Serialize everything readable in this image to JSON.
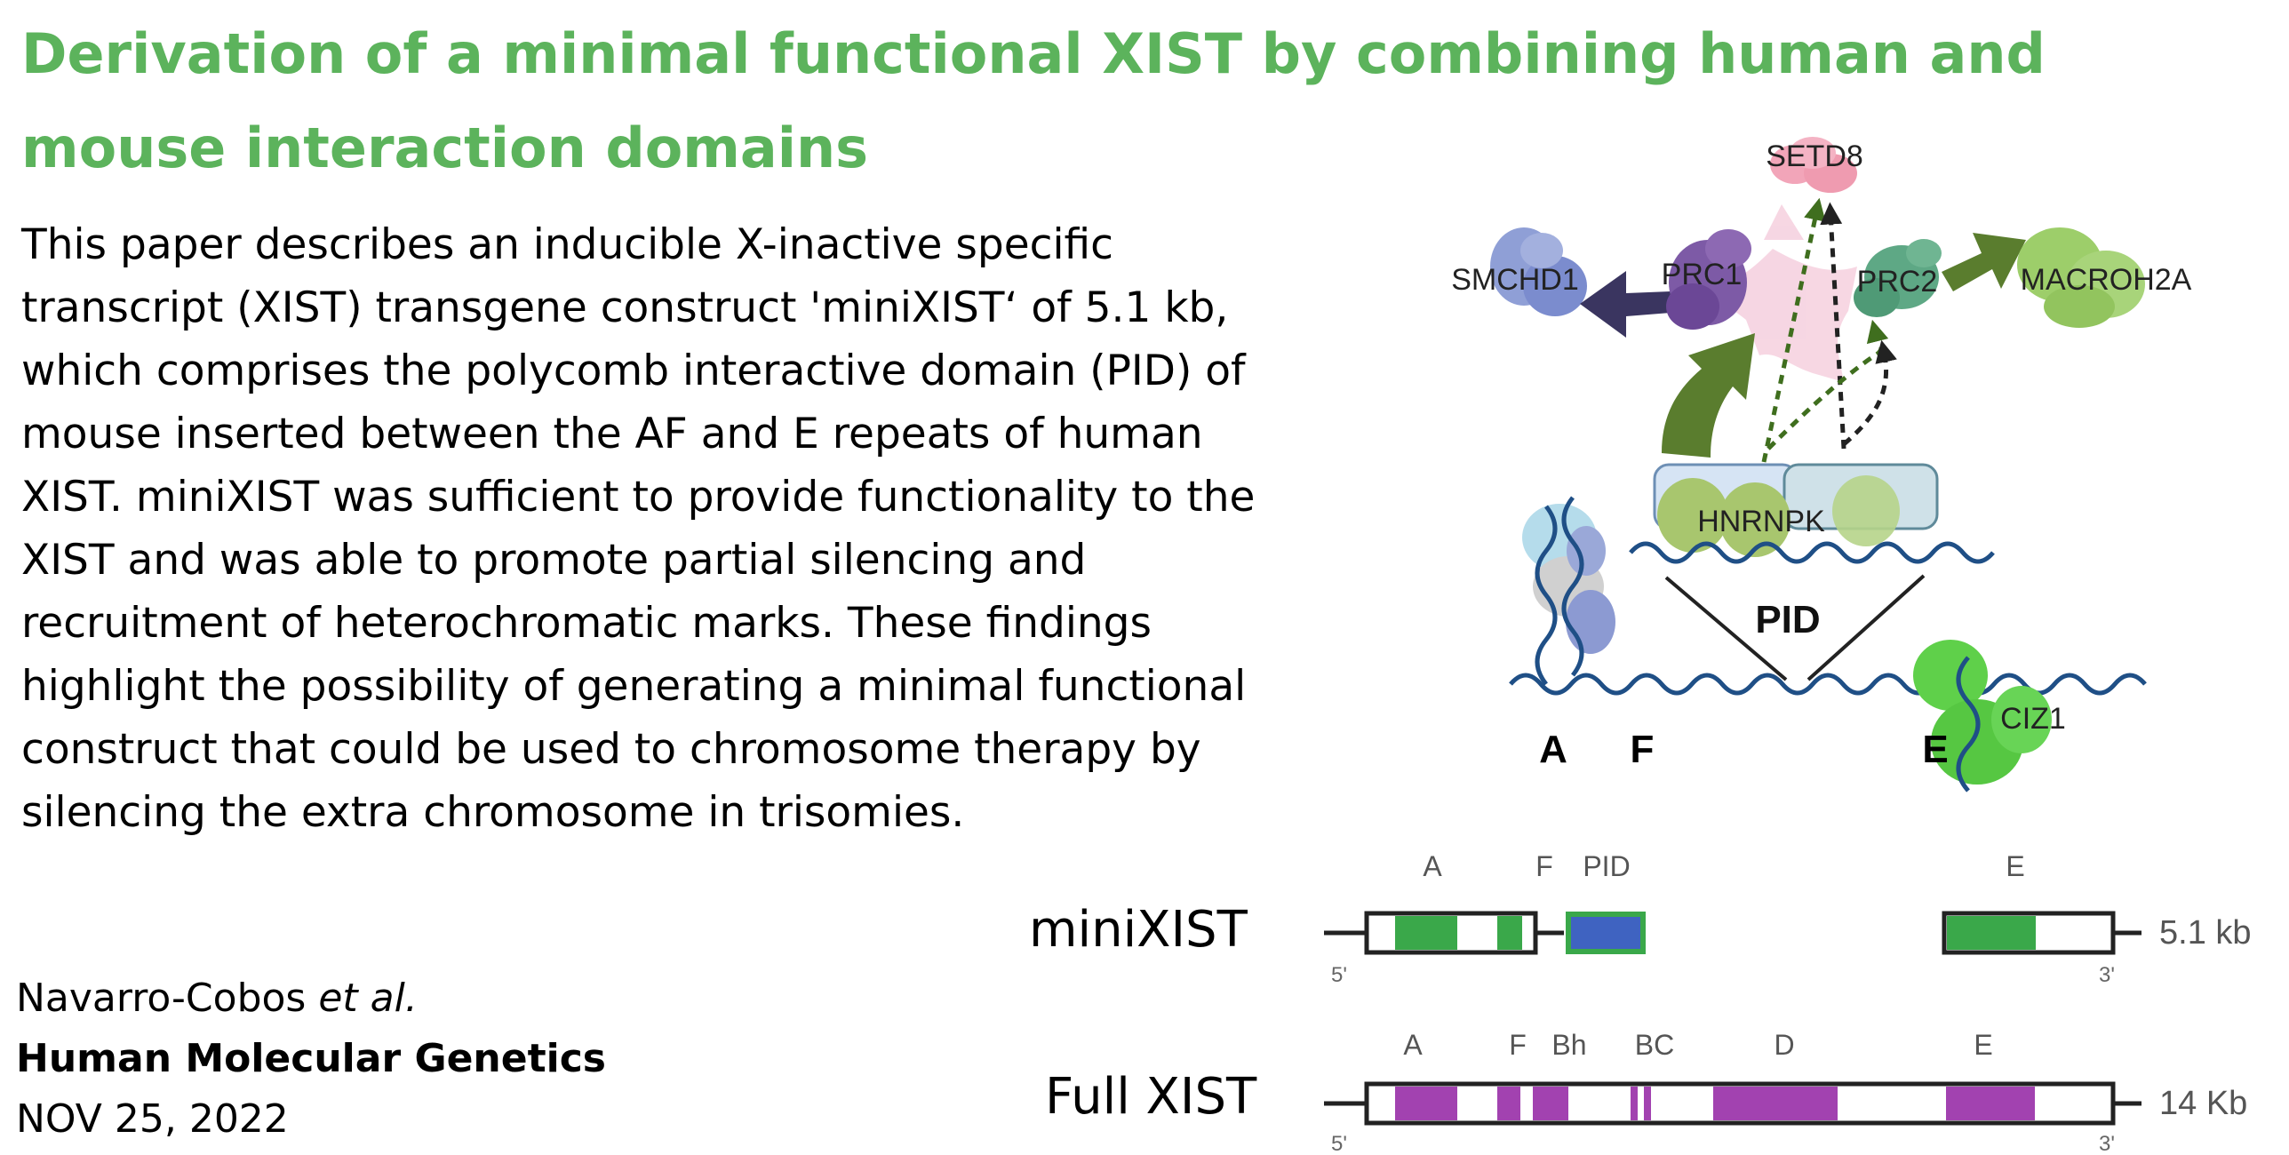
{
  "title": "Derivation of a minimal functional XIST by combining human and mouse interaction domains",
  "abstract": "This paper describes an inducible X-inactive specific transcript (XIST) transgene construct 'miniXIST‘ of 5.1 kb, which comprises the polycomb interactive domain (PID) of mouse inserted between the AF and E repeats of human XIST. miniXIST was sufficient to provide functionality to the XIST and was able to promote partial silencing and recruitment of heterochromatic marks. These findings highlight the possibility of generating a minimal functional construct that could be used to chromosome therapy by silencing the extra chromosome in trisomies.",
  "citation": {
    "authors": "Navarro-Cobos",
    "etal": "et al.",
    "journal": "Human Molecular Genetics",
    "date": "NOV 25, 2022"
  },
  "figure": {
    "proteins": {
      "setd8": "SETD8",
      "smchd1": "SMCHD1",
      "prc1": "PRC1",
      "prc2": "PRC2",
      "macroh2a": "MACROH2A",
      "hnrnpk": "HNRNPK",
      "ciz1": "CIZ1"
    },
    "pid_label": "PID",
    "domains": {
      "a": "A",
      "f": "F",
      "e": "E"
    },
    "colors": {
      "title_green": "#5cb35c",
      "mini_green": "#3aa84a",
      "pid_blue": "#3f63c1",
      "full_purple": "#a242b0",
      "arrow_green": "#5a7d2e",
      "arrow_navy": "#3a3560",
      "rna_blue": "#1f4f86"
    }
  },
  "constructs": {
    "mini": {
      "label": "miniXIST",
      "size": "5.1 kb",
      "five_prime": "5'",
      "three_prime": "3'",
      "domains": {
        "a": "A",
        "f": "F",
        "pid": "PID",
        "e": "E"
      }
    },
    "full": {
      "label": "Full XIST",
      "size": "14 Kb",
      "five_prime": "5'",
      "three_prime": "3'",
      "domains": {
        "a": "A",
        "f": "F",
        "bh": "Bh",
        "bc": "BC",
        "d": "D",
        "e": "E"
      }
    }
  }
}
